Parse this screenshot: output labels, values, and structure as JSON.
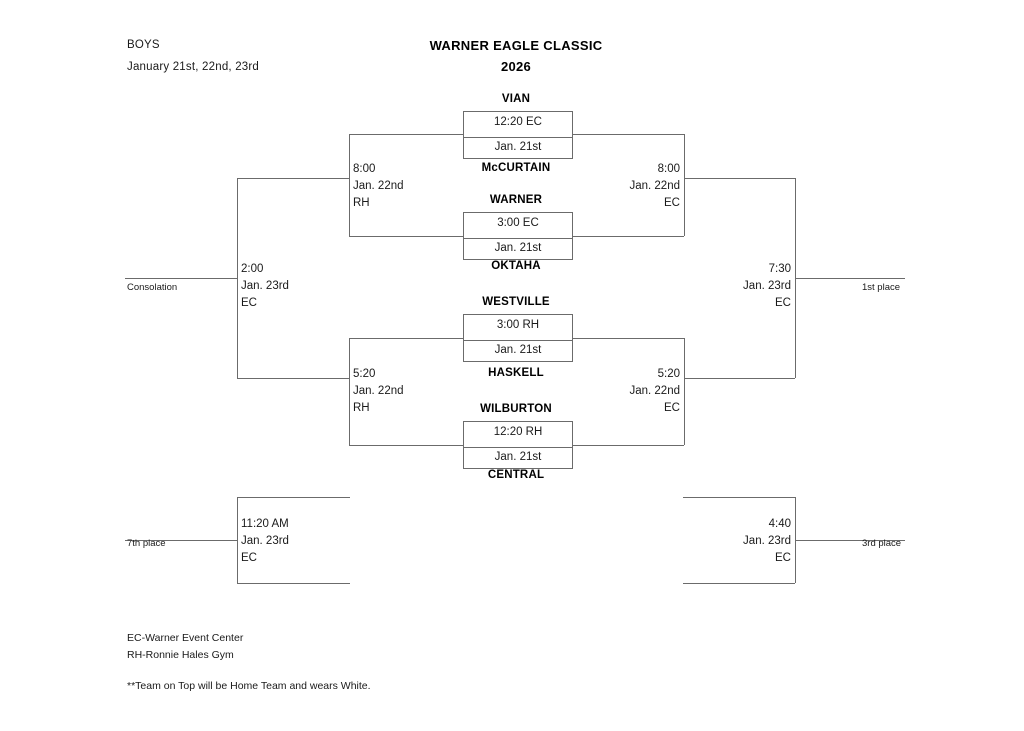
{
  "header": {
    "division": "BOYS",
    "dates": "January 21st, 22nd, 23rd",
    "title": "WARNER EAGLE CLASSIC",
    "year": "2026"
  },
  "bracket": {
    "quarterfinals": [
      {
        "id": "qf1",
        "top_team": "VIAN",
        "bottom_team": "McCURTAIN",
        "time": "12:20 EC",
        "date": "Jan. 21st"
      },
      {
        "id": "qf2",
        "top_team": "WARNER",
        "bottom_team": "OKTAHA",
        "time": "3:00 EC",
        "date": "Jan. 21st"
      },
      {
        "id": "qf3",
        "top_team": "WESTVILLE",
        "bottom_team": "HASKELL",
        "time": "3:00 RH",
        "date": "Jan. 21st"
      },
      {
        "id": "qf4",
        "top_team": "WILBURTON",
        "bottom_team": "CENTRAL",
        "time": "12:20 RH",
        "date": "Jan. 21st"
      }
    ],
    "semifinals": [
      {
        "id": "sf-upper-left",
        "side": "left",
        "time": "8:00",
        "date": "Jan. 22nd",
        "venue": "RH"
      },
      {
        "id": "sf-upper-right",
        "side": "right",
        "time": "8:00",
        "date": "Jan. 22nd",
        "venue": "EC"
      },
      {
        "id": "sf-lower-left",
        "side": "left",
        "time": "5:20",
        "date": "Jan. 22nd",
        "venue": "RH"
      },
      {
        "id": "sf-lower-right",
        "side": "right",
        "time": "5:20",
        "date": "Jan. 22nd",
        "venue": "EC"
      }
    ],
    "consolation_final": {
      "time": "2:00",
      "date": "Jan. 23rd",
      "venue": "EC",
      "label": "Consolation"
    },
    "championship_final": {
      "time": "7:30",
      "date": "Jan. 23rd",
      "venue": "EC",
      "label": "1st place"
    },
    "seventh_place": {
      "time": "11:20 AM",
      "date": "Jan. 23rd",
      "venue": "EC",
      "label": "7th place"
    },
    "third_place": {
      "time": "4:40",
      "date": "Jan. 23rd",
      "venue": "EC",
      "label": "3rd place"
    }
  },
  "legend": {
    "line1": "EC-Warner Event Center",
    "line2": "RH-Ronnie Hales Gym",
    "note": "**Team on Top will be Home Team and wears White."
  }
}
